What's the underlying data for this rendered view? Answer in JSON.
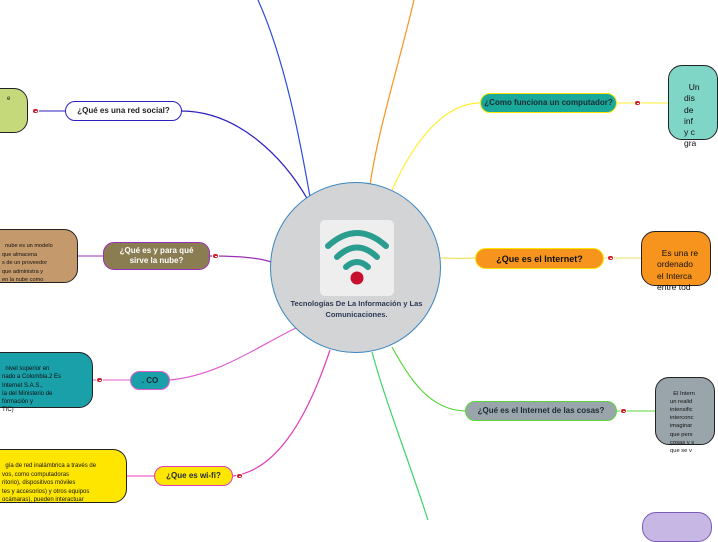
{
  "center": {
    "title": "Tecnologías De La Información y Las Comunicaciones.",
    "icon": "wifi-icon",
    "icon_color": "#2a9d8f",
    "dot_color": "#c8102e"
  },
  "topics": {
    "red_social": "¿Qué es una red social?",
    "computador": "¿Como funciona un computador?",
    "internet": "¿Que es el Internet?",
    "nube": "¿Qué es y para qué sirve la nube?",
    "co": ". CO",
    "cosas": "¿Qué es el Internet de las cosas?",
    "wifi": "¿Que es wi-fi?"
  },
  "descriptions": {
    "red_social": "e",
    "computador": "Un\ndis\nde\ninf\ny c\ngra",
    "internet": "Es una re\nordenado\nel Interca\nentre tod",
    "nube": "nube es un modelo\nque almacena\ns de un proveedor\nque administra y\nen la nube como",
    "co": "nivel superior en\nnado a Colombia.2 Es\nInternet S.A.S.,\nía del Ministerio de\nformación y\nTIC)",
    "cosas": "El Intern\nun realid\nintensific\ninterconc\nimaginar\nque pers\ncosas y s\nque se v",
    "wifi": "gía de red inalámbrica a través de\nvos, como computadoras\nritorio), dispositivos móviles\ntes y accesorios) y otros equipos\nocámaras), pueden interactuar"
  },
  "colors": {
    "red_social": "#ffffff",
    "computador": "#1aa89a",
    "internet": "#f7941d",
    "nube": "#8a7d52",
    "co": "#1aa0a8",
    "cosas": "#9aa4ab",
    "wifi": "#ffe600"
  }
}
